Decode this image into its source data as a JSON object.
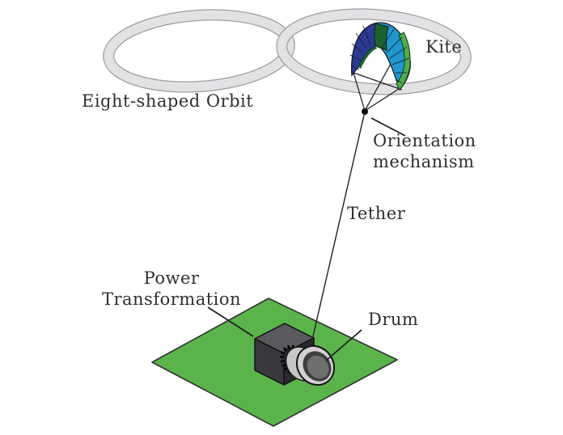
{
  "figure": {
    "subject": "Kite power system with eight-shaped flight orbit and ground station",
    "labels": {
      "orbit": "Eight-shaped Orbit",
      "kite": "Kite",
      "orientation_line1": "Orientation",
      "orientation_line2": "mechanism",
      "tether": "Tether",
      "power_line1": "Power",
      "power_line2": "Transformation",
      "drum": "Drum"
    },
    "colors": {
      "background": "#ffffff",
      "orbit_band": "#e2e2e5",
      "orbit_edge": "#9d9da1",
      "kite_navy": "#2c3a92",
      "kite_blue": "#2197cd",
      "kite_green": "#4fae49",
      "kite_dark_green": "#1d6032",
      "platform_green": "#5bb44b",
      "box_top": "#5a5a5e",
      "box_front": "#39393d",
      "box_side": "#2b2b2f",
      "drum_band": "#c6c6c6",
      "drum_rim": "#d2d2d2",
      "drum_ring": "#3f3f3f",
      "drum_hole": "#6f6f6f",
      "line": "#1f1f1f",
      "text": "#2d2f31"
    }
  }
}
